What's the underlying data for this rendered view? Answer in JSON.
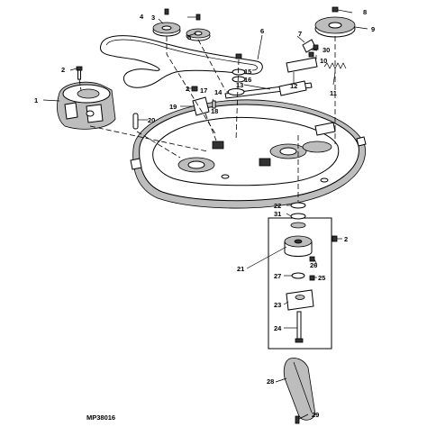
{
  "figure_id": "MP38016",
  "callouts": [
    "1",
    "2",
    "3",
    "4",
    "5",
    "6",
    "7",
    "8",
    "9",
    "10",
    "11",
    "12",
    "13",
    "14",
    "15",
    "16",
    "17",
    "18",
    "19",
    "20",
    "21",
    "22",
    "23",
    "24",
    "25",
    "26",
    "27",
    "28",
    "29",
    "30",
    "31"
  ],
  "colors": {
    "line": "#000000",
    "background": "#ffffff",
    "shading": "#bdbdbd"
  }
}
